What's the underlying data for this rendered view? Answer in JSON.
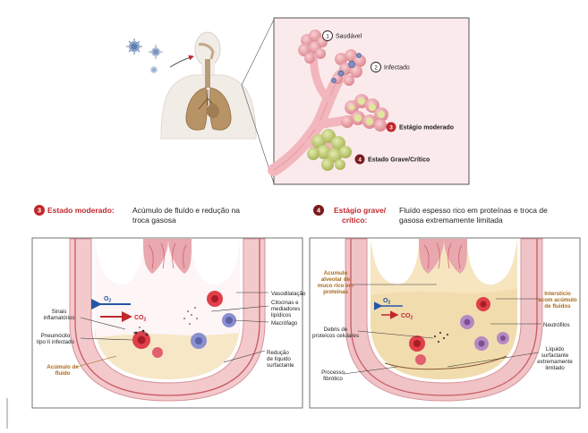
{
  "inset": {
    "stages": [
      {
        "num": "1",
        "label": "Saudável"
      },
      {
        "num": "2",
        "label": "Infectado"
      },
      {
        "num": "3",
        "label": "Estágio moderado"
      },
      {
        "num": "4",
        "label": "Estado Grave/Crítico"
      }
    ]
  },
  "moderate": {
    "num": "3",
    "title": "Estado moderado:",
    "desc1": "Acúmulo de fluído e redução na",
    "desc2": "troca gasosa",
    "o2": "O",
    "o2_sub": "2",
    "co2": "CO",
    "co2_sub": "2",
    "labels": {
      "vaso": "Vasodilatação",
      "cito1": "Citocinas e",
      "cito2": "mediadores",
      "cito3": "lipídicos",
      "macro": "Macrófago",
      "reducao1": "Redução",
      "reducao2": "de líquido",
      "reducao3": "surfactante",
      "sinais1": "Sinais",
      "sinais2": "inflamatórios",
      "pneumo1": "Pneumócito",
      "pneumo2": "tipo II infectado",
      "acumulo1": "Acúmulo de",
      "acumulo2": "fluido"
    }
  },
  "severe": {
    "num": "4",
    "title1": "Estágio grave/",
    "title2": "crítico:",
    "desc1": "Fluído espesso rico em proteínas e troca de",
    "desc2": "gasosa extremamente limitada",
    "o2": "O",
    "o2_sub": "2",
    "co2": "CO",
    "co2_sub": "2",
    "labels": {
      "acum1": "Acumulo",
      "acum2": "alveolar de",
      "acum3": "muco rico em",
      "acum4": "proteínas",
      "inter1": "Interstício",
      "inter2": "acom acúmulo",
      "inter3": "de fluidos",
      "neutro": "Neutrófilos",
      "debris1": "Debris de",
      "debris2": "proteícos celulares",
      "liquido1": "Líquido",
      "liquido2": "surfactante",
      "liquido3": "extremamente",
      "liquido4": "limitado",
      "processo1": "Processo",
      "processo2": "fibrótico"
    }
  }
}
